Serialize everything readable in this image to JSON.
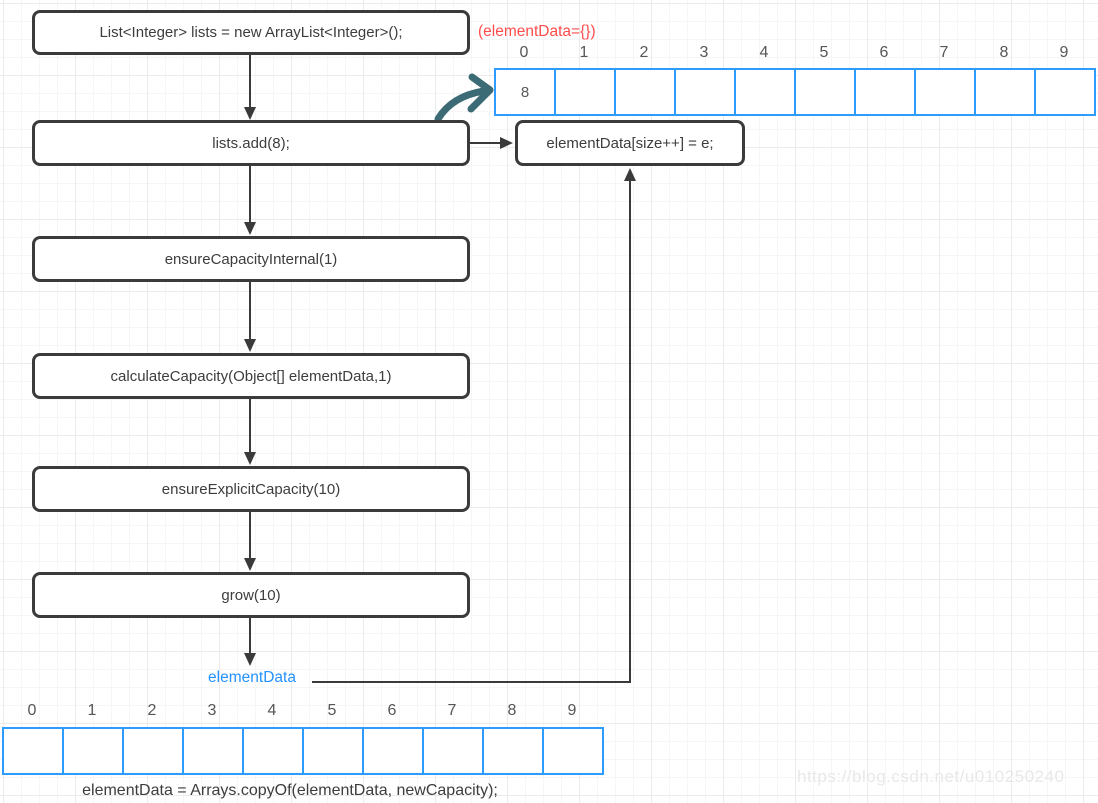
{
  "diagram": {
    "flow_steps": [
      {
        "label": "List<Integer> lists = new ArrayList<Integer>();"
      },
      {
        "label": "lists.add(8);"
      },
      {
        "label": "ensureCapacityInternal(1)"
      },
      {
        "label": "calculateCapacity(Object[] elementData,1)"
      },
      {
        "label": "ensureExplicitCapacity(10)"
      },
      {
        "label": "grow(10)"
      }
    ],
    "side_box": {
      "label": "elementData[size++] = e;"
    },
    "annotation_red": "(elementData={})",
    "element_data_label": "elementData",
    "caption": "elementData = Arrays.copyOf(elementData, newCapacity);",
    "top_array": {
      "indices": [
        "0",
        "1",
        "2",
        "3",
        "4",
        "5",
        "6",
        "7",
        "8",
        "9"
      ],
      "values": [
        "8",
        "",
        "",
        "",
        "",
        "",
        "",
        "",
        "",
        ""
      ]
    },
    "bottom_array": {
      "indices": [
        "0",
        "1",
        "2",
        "3",
        "4",
        "5",
        "6",
        "7",
        "8",
        "9"
      ],
      "values": [
        "",
        "",
        "",
        "",
        "",
        "",
        "",
        "",
        "",
        ""
      ]
    },
    "colors": {
      "array_border": "#2e9bff",
      "annotation_red": "#ff4c4c",
      "label_blue": "#2492ff",
      "connector": "#3a3a3a",
      "sketch_arrow_teal": "#3d6b75"
    },
    "watermark": "https://blog.csdn.net/u010250240"
  }
}
